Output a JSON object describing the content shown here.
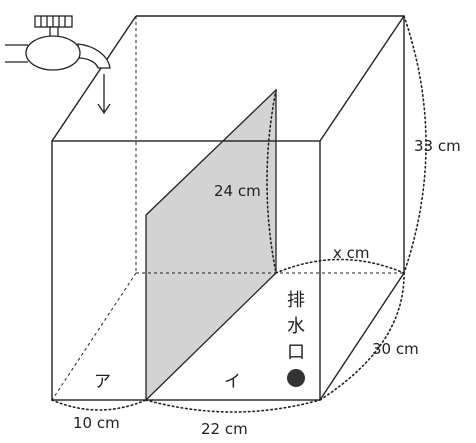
{
  "colors": {
    "line": "#222222",
    "partition": "#d3d3d3",
    "drain_hole": "#333333",
    "faucet_fill": "#ffffff"
  },
  "labels": {
    "height": "33 cm",
    "partition_height": "24 cm",
    "unknown_length": "x cm",
    "depth": "30 cm",
    "front_left": "10 cm",
    "front_right": "22 cm",
    "section_a": "ア",
    "section_b": "イ",
    "drain_char_1": "排",
    "drain_char_2": "水",
    "drain_char_3": "口"
  },
  "icons": {
    "faucet": "faucet-icon",
    "flow_arrow": "down-arrow-icon",
    "drain_hole": "drain-hole-icon"
  }
}
